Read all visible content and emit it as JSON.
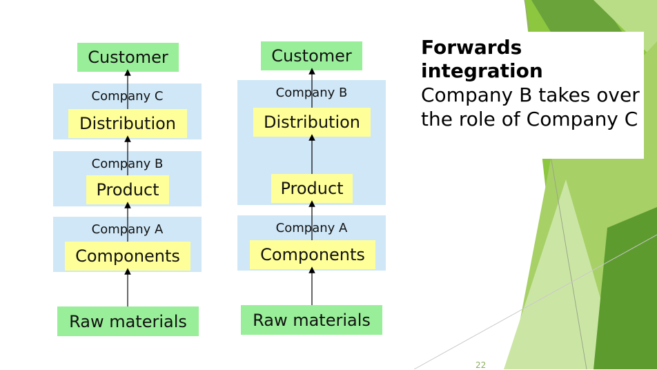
{
  "left_chain": {
    "customer": "Customer",
    "company_c": {
      "name": "Company C",
      "role": "Distribution"
    },
    "company_b": {
      "name": "Company B",
      "role": "Product"
    },
    "company_a": {
      "name": "Company A",
      "role": "Components"
    },
    "raw": "Raw materials"
  },
  "right_chain": {
    "customer": "Customer",
    "company_b": {
      "name": "Company B",
      "role_top": "Distribution",
      "role_bottom": "Product"
    },
    "company_a": {
      "name": "Company A",
      "role": "Components"
    },
    "raw": "Raw materials"
  },
  "caption": {
    "title": "Forwards integration",
    "body": "Company B takes over the role of Company C"
  },
  "slide_number": "22",
  "colors": {
    "company_fill": "#cfe7f7",
    "green_box": "#99ee99",
    "yellow_box": "#ffff99",
    "accent_green": "#8bc34a"
  }
}
